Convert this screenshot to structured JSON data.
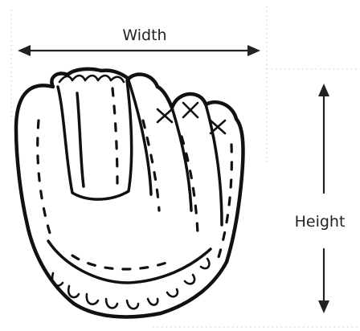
{
  "dimensions": {
    "width_label": "Width",
    "height_label": "Height"
  },
  "illustration": {
    "subject": "baseball-glove-icon",
    "style": "black outline line drawing"
  },
  "colors": {
    "ink": "#111111",
    "guide": "#c8c8c8",
    "background": "#ffffff"
  }
}
